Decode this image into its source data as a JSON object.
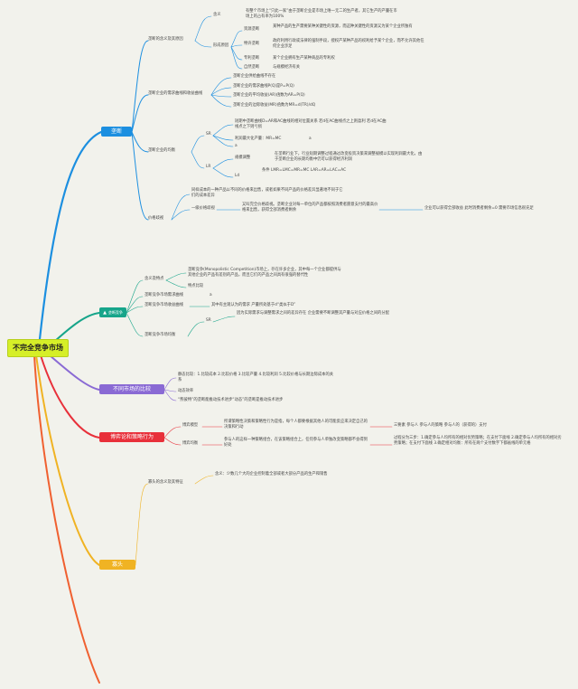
{
  "root": {
    "label": "不完全竞争市场"
  },
  "branches": {
    "b1": {
      "label": "垄断",
      "color": "#1c8fe0",
      "sub_def": {
        "label": "垄断的含义及其原因",
        "meaning_label": "含义",
        "meaning_text": "有整个市场上“只此一家”由于垄断企业是市场上唯一无二的生产者，其它生产的产量在市场上的占有率为100%",
        "reasons_label": "形成原因",
        "r1_label": "资源垄断",
        "r1_text": "某种产品的生产需要某种关键性的资源，而这种关键性的资源又为某个企业所独有",
        "r2_label": "特许垄断",
        "r2_text": "政府利用行政或法律的强制手段，授权产某种产品的权利给予某个企业，而不允许其他任何企业涉足",
        "r3_label": "专利垄断",
        "r3_text": "某个企业拥有生产某种商品的专利权",
        "r4_label": "自然垄断",
        "r4_text": "与规模经济有关"
      },
      "sub_curve": {
        "label": "垄断企业的需求曲线和收益曲线",
        "items": [
          "垄断企业供给曲线不存在",
          "垄断企业的需求曲线P(Q)是P=P(Q)",
          "垄断企业的平均收益(AR)函数为AR=P(Q)",
          "垄断企业的边际收益(MR)函数为MR=d(TR)/dQ"
        ]
      },
      "sub_eq": {
        "label": "垄断企业的均衡",
        "sr_label": "SR",
        "sr_text": "短期中垄断曲线D=AR和AC曲线的相对位置关系 若d在AC曲线点之上则盈利 若d在AC曲线点之下则亏损",
        "sr_profit": "利润最大化产量：MR=MC",
        "sr_profit_note": "a",
        "sr_extra": "a",
        "lr_label": "LR",
        "lr_adj_label": "规模调整",
        "lr_adj_text": "在垄断行业下，行业短期调整过程通过改变投资决策来调整规模以实现利润最大化，由于垄断企业的长期均衡中仍可以获得经济利润",
        "lr_cond_label": "Ld",
        "lr_cond_text": "条件 LMR=LMC=MR=MC LAR=AR=LAC=AC"
      },
      "sub_pd": {
        "label": "价格歧视",
        "desc": "同样成本的一种产品以不同的价格来出售，或者如果不同产品的价格差异显著地不同于它们的成本差异",
        "first_label": "一级价格歧视",
        "first_text": "又叫完全价格歧视。垄断企业对每一单位的产品都按照消费者愿意支付的最高价格来出售，获得全部消费者剩余",
        "first_note": "企业可以获得全部收益 此时消费者剩余=0 需要市场信息很充足"
      }
    },
    "b2": {
      "label": "垄断竞争",
      "color": "#17a58a",
      "def_label": "含义及特点",
      "def_text": "垄断竞争(Monopolistic Competition)市场上，存在许多企业，其中每一个企业都提供与其他企业的产品有差别的产品，而且它们的产品之间具有很强的替代性",
      "features": "特点比较",
      "demand_label": "垄断竞争市场需求曲线",
      "demand_note": "a",
      "rev_label": "垄断竞争市场收益曲线",
      "rev_text": "其中有主观认为的需求 产量所处基于d“类似于D”",
      "eq_label": "垄断竞争市场均衡",
      "eq_sr_label": "SR",
      "eq_sr_text": "因为实际需求与调整需求之间的差异存在 企业需要不断调整其产量与对应价格之间的分配"
    },
    "b3": {
      "label": "不同市场的比较",
      "color": "#8a6ad4",
      "items": [
        "静态比较：1.比较成本 2.比较价格 3.比较产量 4.比较利润 5.比较价格与长期边际成本的关系",
        "动态效率",
        "“熊彼特”的垄断能推动技术进步“动态”的垄断是推动技术进步"
      ]
    },
    "b4": {
      "label": "博弈论和策略行为",
      "color": "#e8303a",
      "model_label": "博弈模型",
      "model_text": "所谓策略性决策和策略性行为是指，每个人都要根据其他人的可能反应来决定自己的决策和行动",
      "model_note": "三要素 参与人 参与人的策略 参与人的（获得的）支付",
      "eq_label": "博弈均衡",
      "eq_text": "参与人的这样一种策略组合，在该策略组合上，任何参与人单独改变策略都不会得到好处",
      "eq_note": "过程分为三步：1.确定参与人均所有的相对优势策略；在支付下面线 2.确定参与人均所有的相对劣势策略；在支付下面线 3.确定相对均衡：所有在两个支付数字下都画线的单元格"
    },
    "b5": {
      "label": "寡头",
      "color": "#f0b323",
      "def_label": "寡头的含义及其特征",
      "def_text": "含义：少数几个大的企业控制着全部或者大部分产品的生产和销售"
    }
  },
  "icons": {
    "b2": "chart-icon"
  }
}
